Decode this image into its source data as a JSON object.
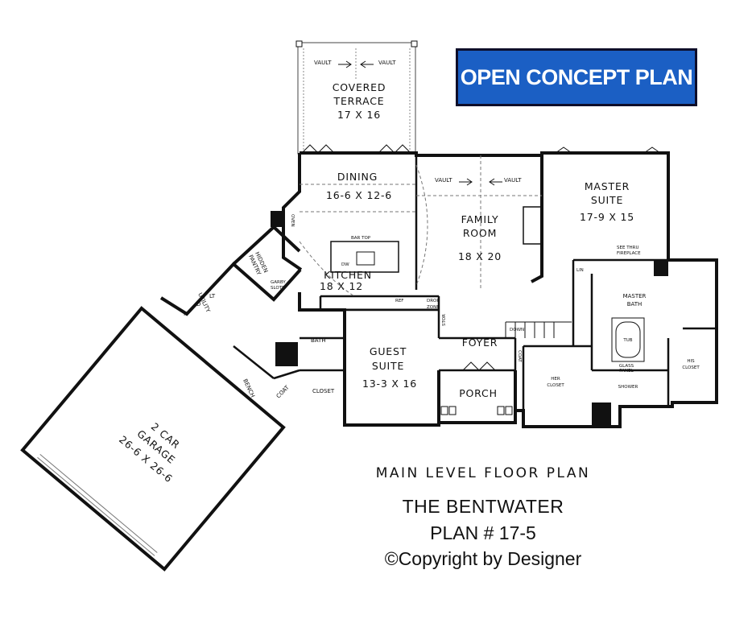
{
  "banner": "OPEN CONCEPT PLAN",
  "caption": {
    "level": "MAIN LEVEL FLOOR PLAN",
    "name": "THE BENTWATER",
    "plan": "PLAN # 17-5",
    "copyright": "©Copyright by Designer"
  },
  "rooms": {
    "terrace": {
      "name1": "COVERED",
      "name2": "TERRACE",
      "size": "17 X 16",
      "vault_left": "VAULT",
      "vault_right": "VAULT"
    },
    "dining": {
      "name": "DINING",
      "size": "16-6 X 12-6"
    },
    "family": {
      "name1": "FAMILY",
      "name2": "ROOM",
      "size": "18 X 20",
      "vault_left": "VAULT",
      "vault_right": "VAULT"
    },
    "master_suite": {
      "name1": "MASTER",
      "name2": "SUITE",
      "size": "17-9 X 15"
    },
    "kitchen": {
      "name": "KITCHEN",
      "size": "18 X 12",
      "bar_top": "BAR TOP",
      "dw": "DW",
      "oven": "OVEN",
      "ref": "REF",
      "drop_zone1": "DROP",
      "drop_zone2": "ZONE"
    },
    "pantry": {
      "name1": "HIDDEN",
      "name2": "PANTRY",
      "garb": "GARBY",
      "slots": "SLOTS"
    },
    "utility": {
      "name": "UTILITY",
      "r": "R",
      "d": "D",
      "lt": "LT"
    },
    "guest_suite": {
      "name1": "GUEST",
      "name2": "SUITE",
      "size": "13-3 X 16"
    },
    "bath": {
      "name": "BATH"
    },
    "closet": {
      "name": "CLOSET"
    },
    "foyer": {
      "name": "FOYER",
      "stor": "STOR",
      "down": "DOWN",
      "coat": "COAT"
    },
    "porch": {
      "name": "PORCH"
    },
    "master_bath": {
      "name1": "MASTER",
      "name2": "BATH",
      "tub": "TUB",
      "glass1": "GLASS",
      "glass2": "PANEL",
      "shower": "SHOWER",
      "lin": "LIN",
      "see_thru1": "SEE THRU",
      "see_thru2": "FIREPLACE"
    },
    "her_closet": {
      "name1": "HER",
      "name2": "CLOSET"
    },
    "his_closet": {
      "name1": "HIS",
      "name2": "CLOSET"
    },
    "garage": {
      "name1": "2 CAR",
      "name2": "GARAGE",
      "size": "26-6 X 26-6"
    },
    "bench": {
      "name": "BENCH"
    },
    "coat": {
      "name": "COAT"
    }
  }
}
